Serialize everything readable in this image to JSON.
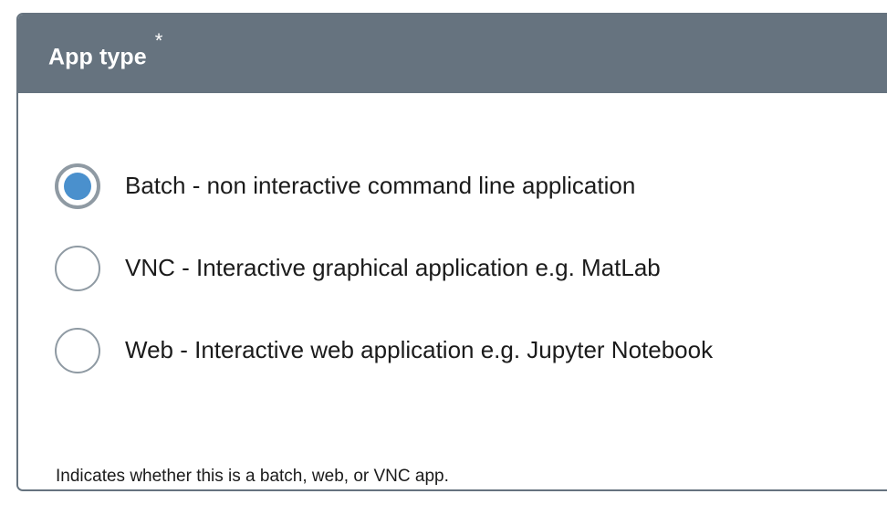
{
  "card": {
    "header": {
      "title": "App type",
      "required_marker": "*",
      "background_color": "#66737f",
      "text_color": "#ffffff"
    },
    "field": {
      "name": "app-type",
      "type": "radio-group",
      "selected_value": "Batch - non interactive command line application",
      "accent_color": "#4a90cd",
      "ring_color": "#8f9aa3",
      "options": [
        {
          "label": "Batch - non interactive command line application",
          "checked": true
        },
        {
          "label": "VNC - Interactive graphical application e.g. MatLab",
          "checked": false
        },
        {
          "label": "Web - Interactive web application e.g. Jupyter Notebook",
          "checked": false
        }
      ],
      "help_text": "Indicates whether this is a batch, web, or VNC app."
    }
  }
}
